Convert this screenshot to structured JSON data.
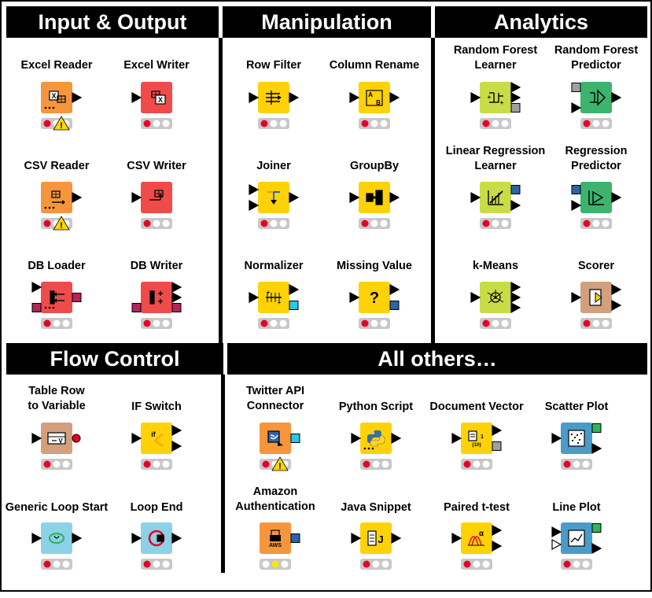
{
  "sections": {
    "io": "Input & Output",
    "manipulation": "Manipulation",
    "analytics": "Analytics",
    "flow": "Flow Control",
    "others": "All others…"
  },
  "colors": {
    "io": "#F5963C",
    "writer": "#EF4B4B",
    "manip": "#FFD208",
    "learner": "#C8DC46",
    "predictor": "#3CB46E",
    "other": "#D2A07D",
    "view": "#4B9BC8",
    "loop": "#8CD2E6",
    "status_red": "#E60028",
    "status_yellow": "#FFE600",
    "status_off": "#FFFFFF",
    "warning": "#FFD700",
    "port_db": "#B4245A",
    "port_model": "#2D64A5",
    "port_gray": "#A0A0A0",
    "port_green": "#32B45A",
    "port_cyan": "#28C8E6"
  },
  "nodes": [
    {
      "id": "excel-reader",
      "lines": [
        "Excel Reader"
      ],
      "type": "io",
      "icon": "excel-read-icon",
      "status": "red",
      "warning": true
    },
    {
      "id": "excel-writer",
      "lines": [
        "Excel Writer"
      ],
      "type": "writer",
      "icon": "excel-write-icon",
      "status": "red",
      "warning": false
    },
    {
      "id": "csv-reader",
      "lines": [
        "CSV Reader"
      ],
      "type": "io",
      "icon": "csv-read-icon",
      "status": "red",
      "warning": true
    },
    {
      "id": "csv-writer",
      "lines": [
        "CSV Writer"
      ],
      "type": "writer",
      "icon": "csv-write-icon",
      "status": "red",
      "warning": false
    },
    {
      "id": "db-loader",
      "lines": [
        "DB Loader"
      ],
      "type": "writer",
      "icon": "db-loader-icon",
      "status": "red",
      "warning": false
    },
    {
      "id": "db-writer",
      "lines": [
        "DB Writer"
      ],
      "type": "writer",
      "icon": "db-writer-icon",
      "status": "red",
      "warning": false
    },
    {
      "id": "row-filter",
      "lines": [
        "Row Filter"
      ],
      "type": "manip",
      "icon": "row-filter-icon",
      "status": "red",
      "warning": false
    },
    {
      "id": "column-rename",
      "lines": [
        "Column Rename"
      ],
      "type": "manip",
      "icon": "column-rename-icon",
      "status": "red",
      "warning": false
    },
    {
      "id": "joiner",
      "lines": [
        "Joiner"
      ],
      "type": "manip",
      "icon": "joiner-icon",
      "status": "red",
      "warning": false
    },
    {
      "id": "groupby",
      "lines": [
        "GroupBy"
      ],
      "type": "manip",
      "icon": "groupby-icon",
      "status": "red",
      "warning": false
    },
    {
      "id": "normalizer",
      "lines": [
        "Normalizer"
      ],
      "type": "manip",
      "icon": "normalizer-icon",
      "status": "red",
      "warning": false
    },
    {
      "id": "missing-value",
      "lines": [
        "Missing Value"
      ],
      "type": "manip",
      "icon": "missing-value-icon",
      "status": "red",
      "warning": false
    },
    {
      "id": "rf-learner",
      "lines": [
        "Random Forest",
        "Learner"
      ],
      "type": "learner",
      "icon": "tree-learner-icon",
      "status": "red",
      "warning": false
    },
    {
      "id": "rf-predictor",
      "lines": [
        "Random Forest",
        "Predictor"
      ],
      "type": "predictor",
      "icon": "tree-predictor-icon",
      "status": "red",
      "warning": false
    },
    {
      "id": "lr-learner",
      "lines": [
        "Linear Regression",
        "Learner"
      ],
      "type": "learner",
      "icon": "regression-learner-icon",
      "status": "red",
      "warning": false
    },
    {
      "id": "reg-predictor",
      "lines": [
        "Regression",
        "Predictor"
      ],
      "type": "predictor",
      "icon": "regression-predictor-icon",
      "status": "red",
      "warning": false
    },
    {
      "id": "k-means",
      "lines": [
        "k-Means"
      ],
      "type": "learner",
      "icon": "kmeans-icon",
      "status": "red",
      "warning": false
    },
    {
      "id": "scorer",
      "lines": [
        "Scorer"
      ],
      "type": "other",
      "icon": "scorer-icon",
      "status": "red",
      "warning": false
    },
    {
      "id": "table-row-to-variable",
      "lines": [
        "Table Row",
        "to Variable"
      ],
      "type": "other",
      "icon": "table-to-variable-icon",
      "status": "red",
      "warning": false
    },
    {
      "id": "if-switch",
      "lines": [
        "IF Switch"
      ],
      "type": "manip",
      "icon": "if-switch-icon",
      "status": "red",
      "warning": false
    },
    {
      "id": "generic-loop-start",
      "lines": [
        "Generic Loop Start"
      ],
      "type": "loop",
      "icon": "loop-start-icon",
      "status": "red",
      "warning": false
    },
    {
      "id": "loop-end",
      "lines": [
        "Loop End"
      ],
      "type": "loop",
      "icon": "loop-end-icon",
      "status": "red",
      "warning": false
    },
    {
      "id": "twitter-api",
      "lines": [
        "Twitter API",
        "Connector"
      ],
      "type": "io",
      "icon": "twitter-icon",
      "status": "red",
      "warning": true
    },
    {
      "id": "python-script",
      "lines": [
        "Python Script"
      ],
      "type": "manip",
      "icon": "python-icon",
      "status": "red",
      "warning": false
    },
    {
      "id": "document-vector",
      "lines": [
        "Document Vector"
      ],
      "type": "manip",
      "icon": "document-vector-icon",
      "status": "red",
      "warning": false
    },
    {
      "id": "scatter-plot",
      "lines": [
        "Scatter Plot"
      ],
      "type": "view",
      "icon": "scatter-plot-icon",
      "status": "red",
      "warning": false
    },
    {
      "id": "amazon-auth",
      "lines": [
        "Amazon",
        "Authentication"
      ],
      "type": "io",
      "icon": "aws-lock-icon",
      "status": "yellow",
      "warning": false,
      "subtext": "AWS"
    },
    {
      "id": "java-snippet",
      "lines": [
        "Java Snippet"
      ],
      "type": "manip",
      "icon": "java-icon",
      "status": "red",
      "warning": false,
      "subtext": "J"
    },
    {
      "id": "paired-t-test",
      "lines": [
        "Paired t-test"
      ],
      "type": "manip",
      "icon": "t-test-icon",
      "status": "red",
      "warning": false
    },
    {
      "id": "line-plot",
      "lines": [
        "Line Plot"
      ],
      "type": "view",
      "icon": "line-plot-icon",
      "status": "red",
      "warning": false
    }
  ]
}
